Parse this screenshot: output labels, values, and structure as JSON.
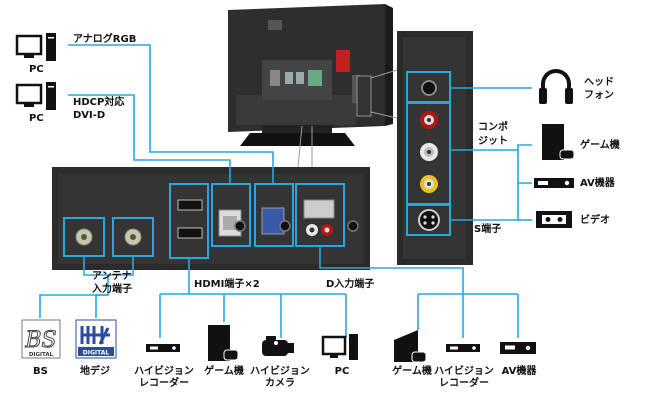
{
  "sources": {
    "pc_top_label": "PC",
    "pc_mid_label": "PC",
    "analog_rgb": "アナログRGB",
    "hdcp_line1": "HDCP対応",
    "hdcp_line2": "DVI-D"
  },
  "side_panel": {
    "headphone_line1": "ヘッド",
    "headphone_line2": "フォン",
    "composite_line1": "コンポ",
    "composite_line2": "ジット",
    "s_terminal": "S端子",
    "game_console": "ゲーム機",
    "av_device": "AV機器",
    "video": "ビデオ"
  },
  "rear_panel": {
    "antenna_line1": "アンテナ",
    "antenna_line2": "入力端子",
    "hdmi_label": "HDMI端子×2",
    "d_input_label": "D入力端子"
  },
  "bottom_devices": {
    "bs": "BS",
    "chideji": "地デジ",
    "hv_recorder_line1": "ハイビジョン",
    "hv_recorder_line2": "レコーダー",
    "game": "ゲーム機",
    "hv_camera_line1": "ハイビジョン",
    "hv_camera_line2": "カメラ",
    "pc": "PC",
    "game2": "ゲーム機",
    "hv_recorder2_line1": "ハイビジョン",
    "hv_recorder2_line2": "レコーダー",
    "av": "AV機器"
  },
  "logos": {
    "bs_text": "BS",
    "digital_text": "DIGITAL",
    "chideji_text": "地デジ"
  },
  "colors": {
    "line": "#2aa6df",
    "panel": "#2b2b2b",
    "highlight": "#2aa6df"
  }
}
